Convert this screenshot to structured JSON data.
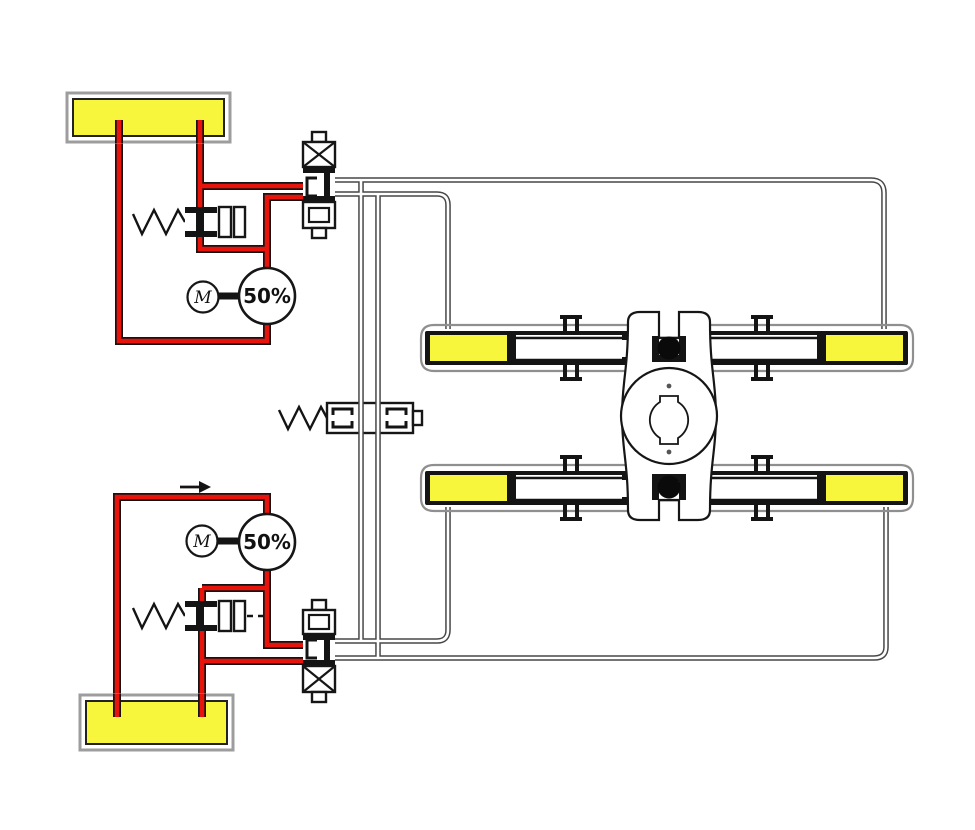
{
  "schematic": {
    "description": "dual-circuit hydraulic diagram with two reservoirs, two motor-driven pumps, relief valves, control valves and four cylinders acting on a central articulation joint",
    "labels": {
      "pump_top": "50%",
      "pump_bottom": "50%",
      "motor_top": "M",
      "motor_bottom": "M"
    },
    "colors": {
      "fluid_yellow": "#F8F63C",
      "line_red": "#E8130A",
      "pipe_outline": "#474747",
      "component_black": "#141414",
      "casing_gray": "#8F8F8F",
      "tank_frame_gray": "#9D9D9D",
      "background": "#FFFFFF"
    },
    "components": [
      "reservoir-top",
      "reservoir-bottom",
      "pump-top",
      "pump-bottom",
      "motor-top",
      "motor-bottom",
      "relief-valve-top",
      "relief-valve-bottom",
      "control-valve-top",
      "control-valve-bottom",
      "center-valve",
      "flow-arrow",
      "cylinder-top-left",
      "cylinder-top-right",
      "cylinder-bottom-left",
      "cylinder-bottom-right",
      "articulation-joint"
    ]
  }
}
